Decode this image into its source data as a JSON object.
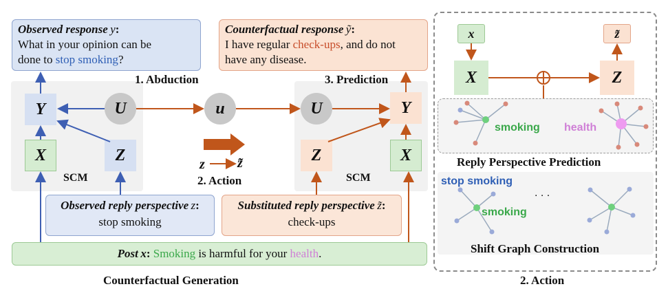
{
  "observed_response": {
    "title": "Observed response",
    "var": "y",
    "text_line1": "What in your opinion can be",
    "text_line2_prefix": "done to ",
    "text_line2_highlight": "stop smoking",
    "text_line2_suffix": "?"
  },
  "counterfactual_response": {
    "title": "Counterfactual response",
    "var": "ỹ",
    "text_line1_prefix": "I have regular ",
    "text_line1_highlight": "check-ups",
    "text_line1_suffix": ", and do not",
    "text_line2": "have any disease."
  },
  "steps": {
    "abduction": "1. Abduction",
    "action": "2. Action",
    "prediction": "3. Prediction"
  },
  "nodes": {
    "Y": "Y",
    "X": "X",
    "Z": "Z",
    "U": "U",
    "u": "u",
    "x": "x",
    "z_tilde": "z̃"
  },
  "scm_label": "SCM",
  "action_mapping": {
    "from": "z",
    "to": "z̃"
  },
  "observed_perspective": {
    "title": "Observed reply perspective",
    "var": "z",
    "value": "stop smoking"
  },
  "substituted_perspective": {
    "title": "Substituted reply perspective",
    "var": "z̃",
    "value": "check-ups"
  },
  "post": {
    "label": "Post",
    "var": "x",
    "text_highlight1": "Smoking",
    "text_middle": " is harmful for your ",
    "text_highlight2": "health",
    "text_end": "."
  },
  "captions": {
    "left": "Counterfactual Generation",
    "right": "2. Action",
    "reply_perspective_prediction": "Reply Perspective Prediction",
    "shift_graph_construction": "Shift Graph Construction"
  },
  "graph_labels": {
    "smoking": "smoking",
    "health": "health",
    "stop_smoking": "stop smoking",
    "smoking2": "smoking",
    "ellipsis": ". . ."
  },
  "colors": {
    "blue_arrow": "#3e5fb3",
    "orange_arrow": "#c0561b",
    "green_text": "#3aa84a",
    "purple_text": "#cf7fd6",
    "blue_text": "#2f5fb5",
    "orange_text": "#c74d2a"
  }
}
